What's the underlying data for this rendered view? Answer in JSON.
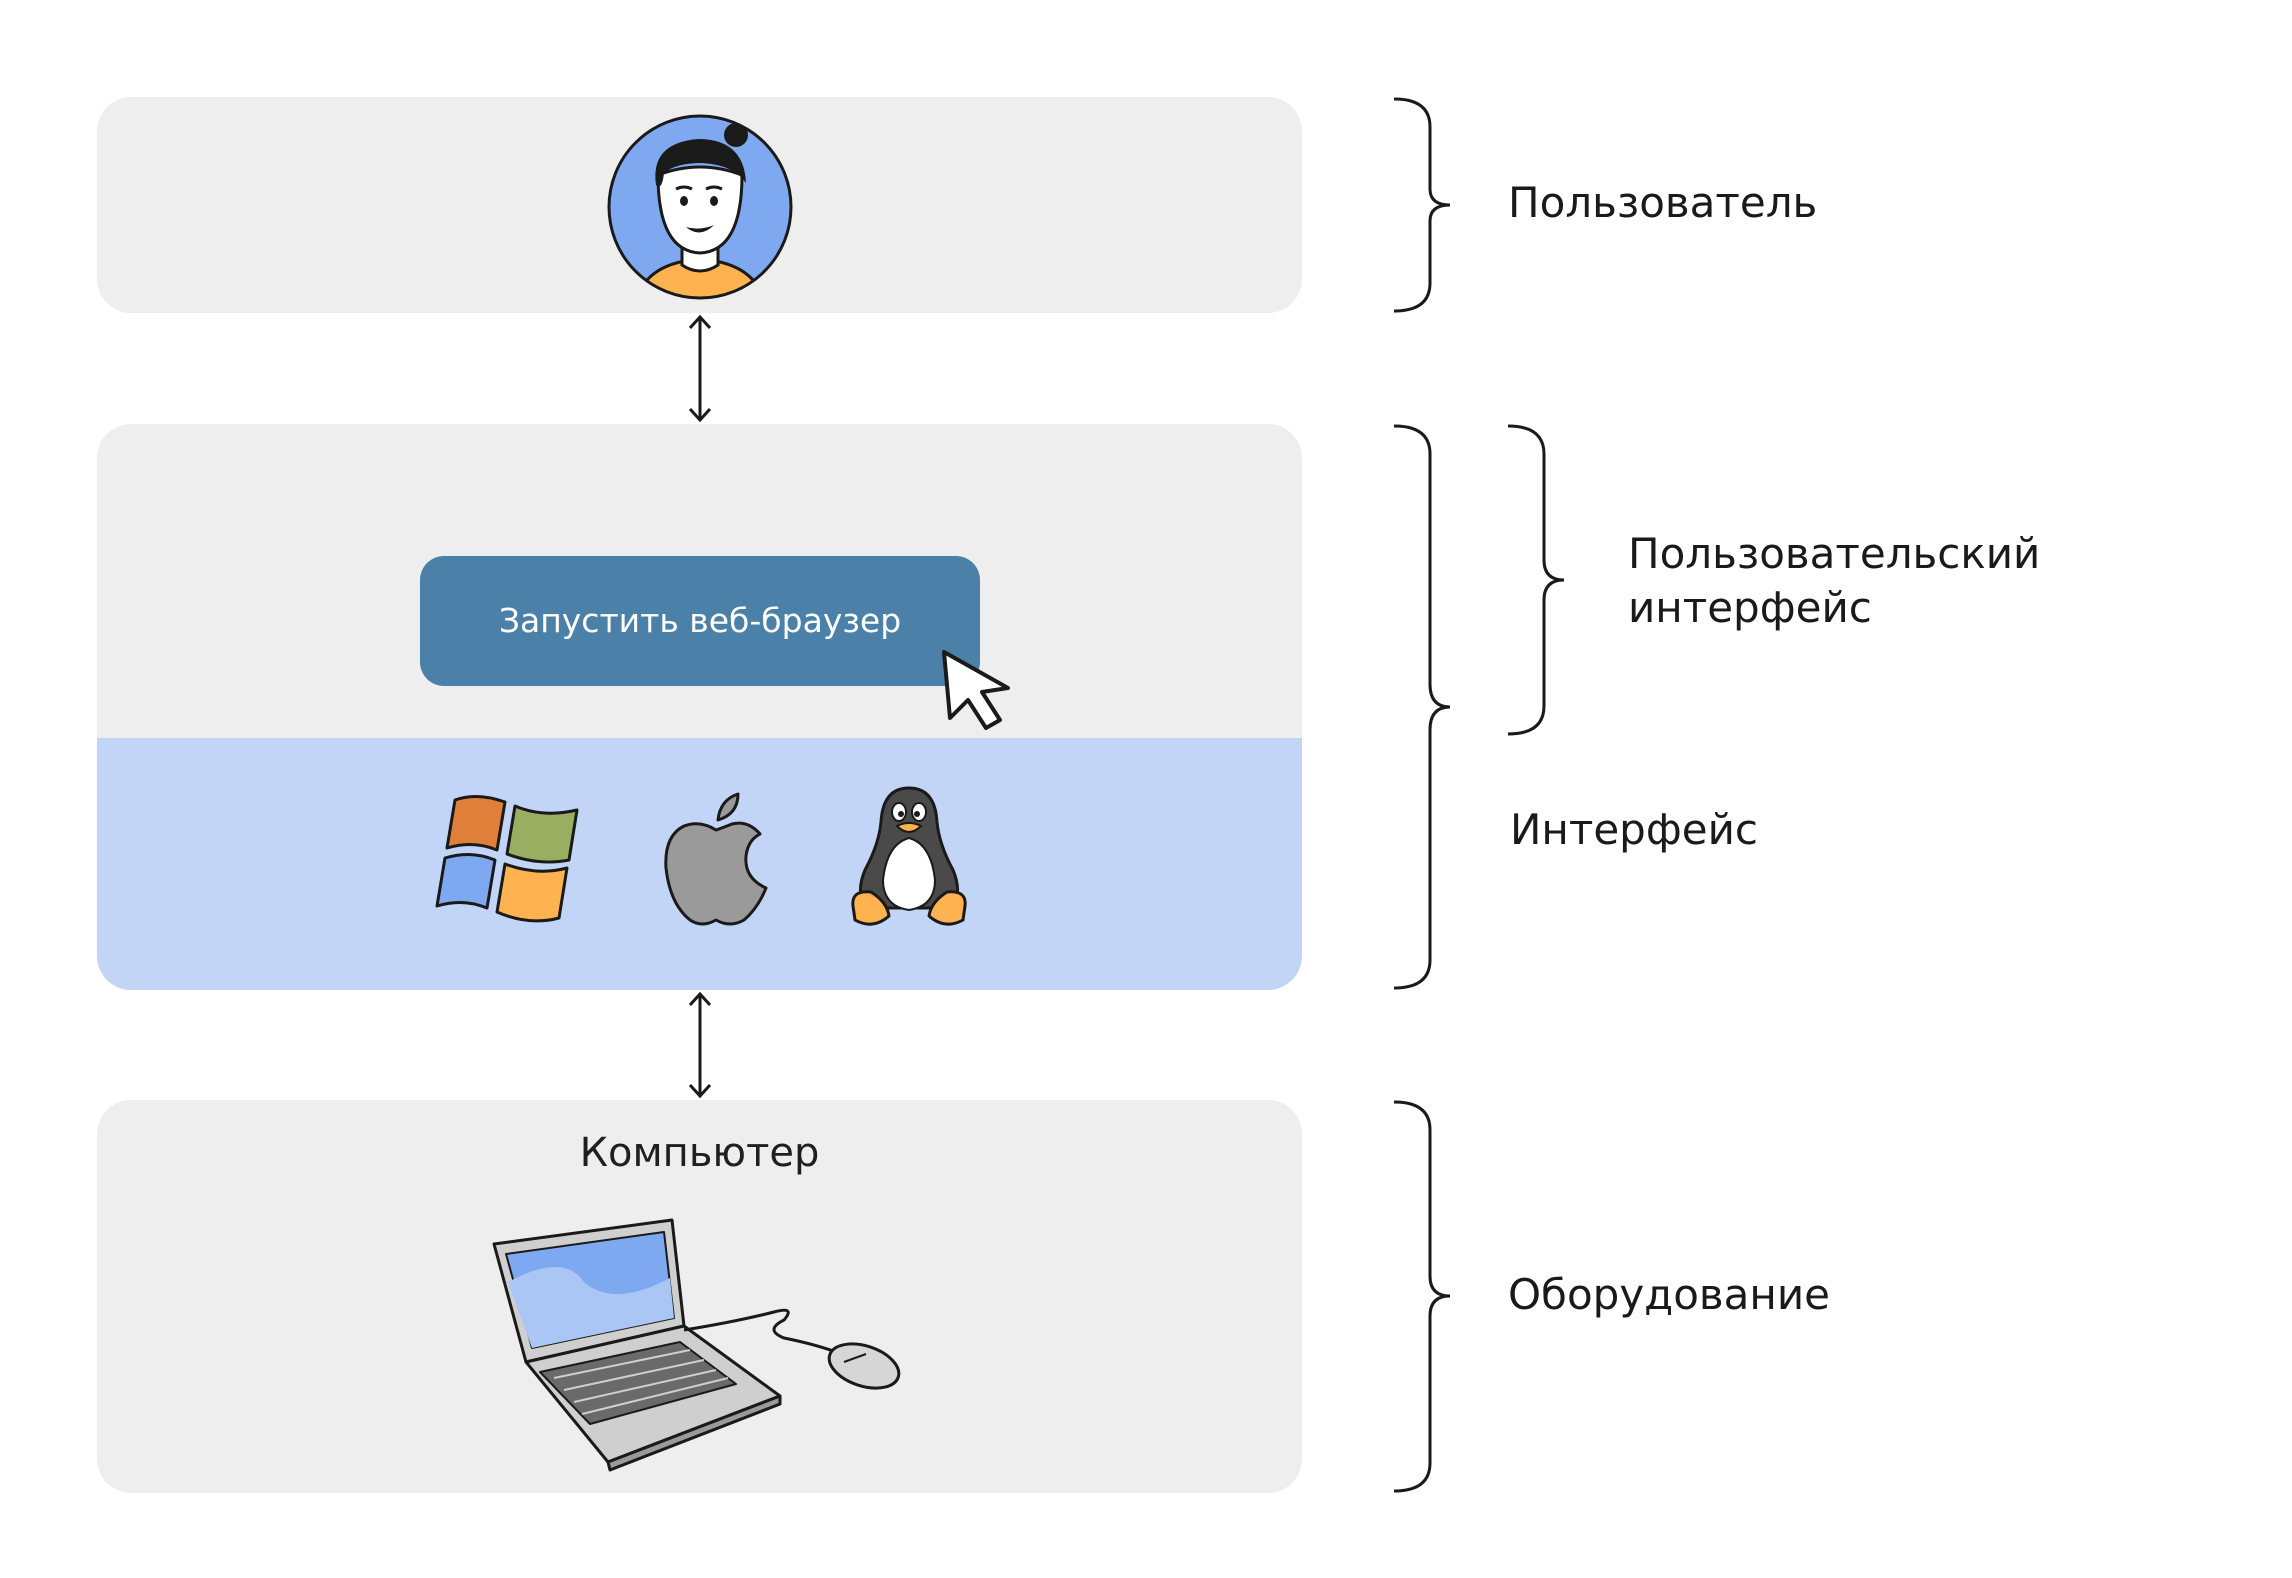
{
  "layers": {
    "user": {
      "label": "Пользователь"
    },
    "interface": {
      "label": "Интерфейс"
    },
    "user_interface": {
      "label_line1": "Пользовательский",
      "label_line2": "интерфейс"
    },
    "hardware": {
      "label": "Оборудование",
      "title": "Компьютер"
    }
  },
  "button": {
    "label": "Запустить веб-браузер"
  },
  "os_icons": [
    "windows-icon",
    "apple-icon",
    "linux-icon"
  ],
  "colors": {
    "panel": "#eeeeee",
    "os_band": "#c2d5f6",
    "button": "#4b81a8",
    "avatar_bg": "#7ea8ef",
    "accent_orange": "#ffb24f"
  }
}
